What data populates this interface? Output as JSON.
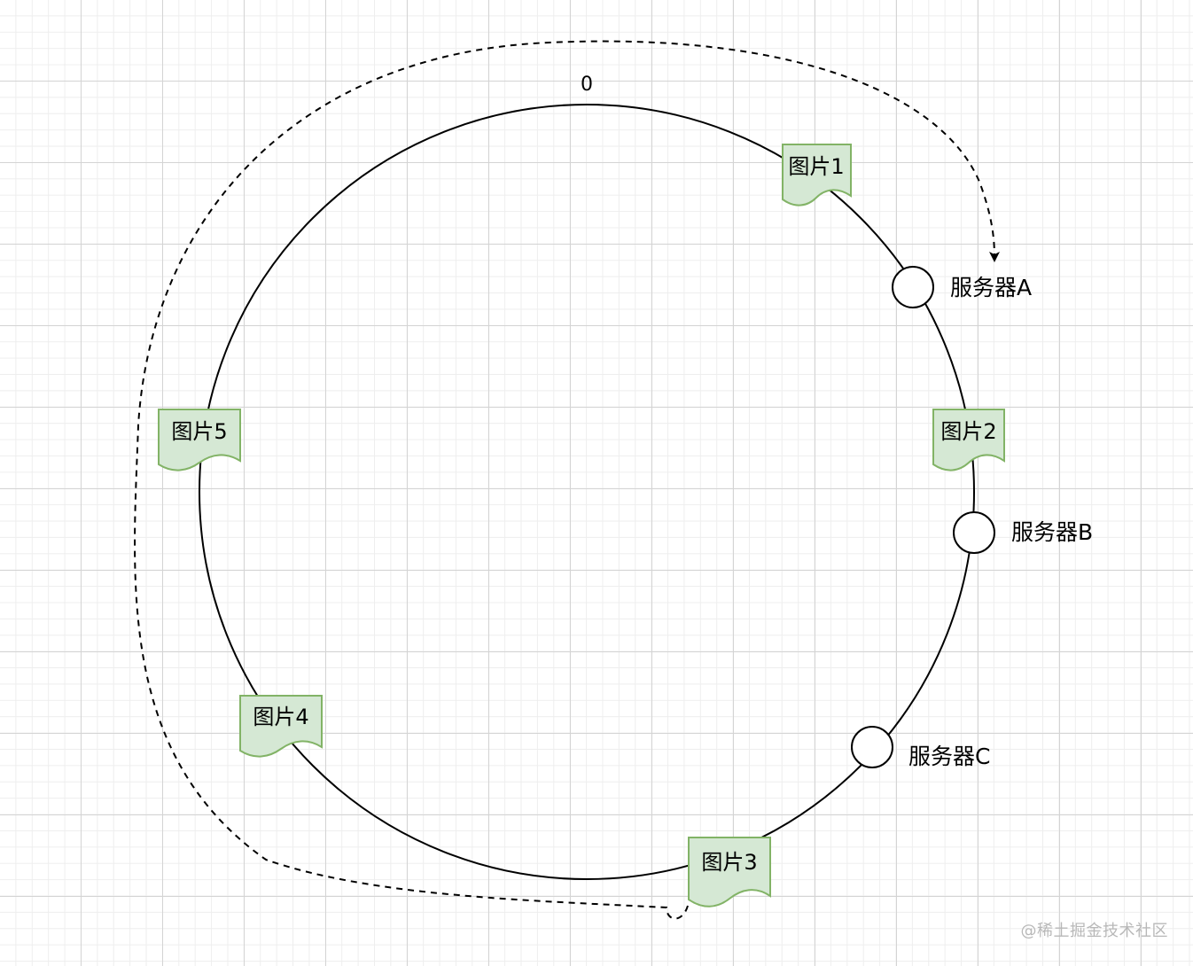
{
  "diagram": {
    "zero_label": "0",
    "servers": [
      {
        "label": "服务器A"
      },
      {
        "label": "服务器B"
      },
      {
        "label": "服务器C"
      }
    ],
    "images": [
      {
        "label": "图片1"
      },
      {
        "label": "图片2"
      },
      {
        "label": "图片3"
      },
      {
        "label": "图片4"
      },
      {
        "label": "图片5"
      }
    ],
    "watermark": "@稀土掘金技术社区",
    "colors": {
      "document_fill": "#d5e8d4",
      "document_stroke": "#82b366",
      "line": "#000000",
      "grid": "#d4d4d4"
    }
  }
}
